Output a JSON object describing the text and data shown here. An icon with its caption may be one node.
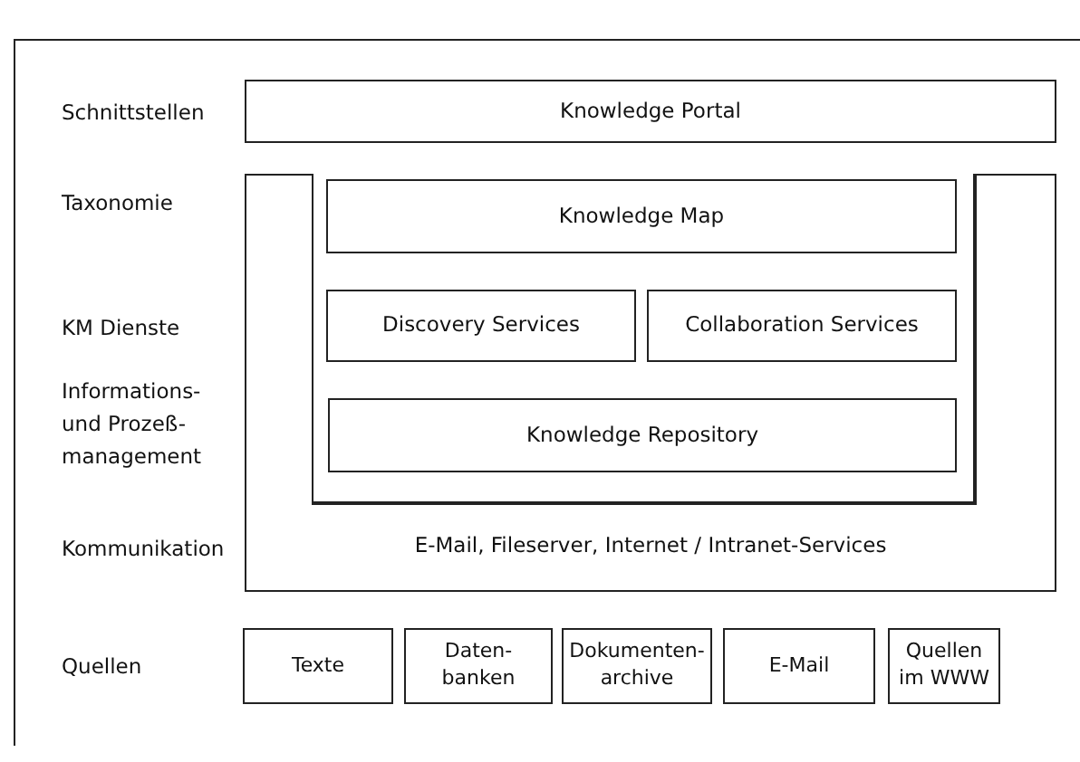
{
  "diagram": {
    "nodes": [
      {
        "text": [
          "Knowledge Portal"
        ]
      },
      {
        "text": [
          "E-Mail, Fileserver, Internet / Intranet-Services"
        ]
      },
      {
        "text": [],
        "shape": "box",
        "in": 1
      },
      {
        "text": [
          "Knowledge Map"
        ],
        "in": 2
      },
      {
        "text": [
          "Discovery Services"
        ],
        "in": 2
      },
      {
        "text": [
          "Collaboration Services"
        ],
        "in": 2
      },
      {
        "text": [
          "Knowledge Repository"
        ],
        "in": 2
      },
      {
        "text": [
          "Texte"
        ]
      },
      {
        "text": [
          "Daten- banken"
        ]
      },
      {
        "text": [
          "Dokumenten- archive"
        ]
      },
      {
        "text": [
          "E-Mail"
        ]
      },
      {
        "text": [
          "Quellen im WWW"
        ]
      }
    ],
    "edges": [],
    "labels": [
      "Schnittstellen",
      "Taxonomie",
      "KM Dienste",
      "Informations- und Prozeß- management",
      "Kommunikation",
      "Quellen"
    ]
  }
}
